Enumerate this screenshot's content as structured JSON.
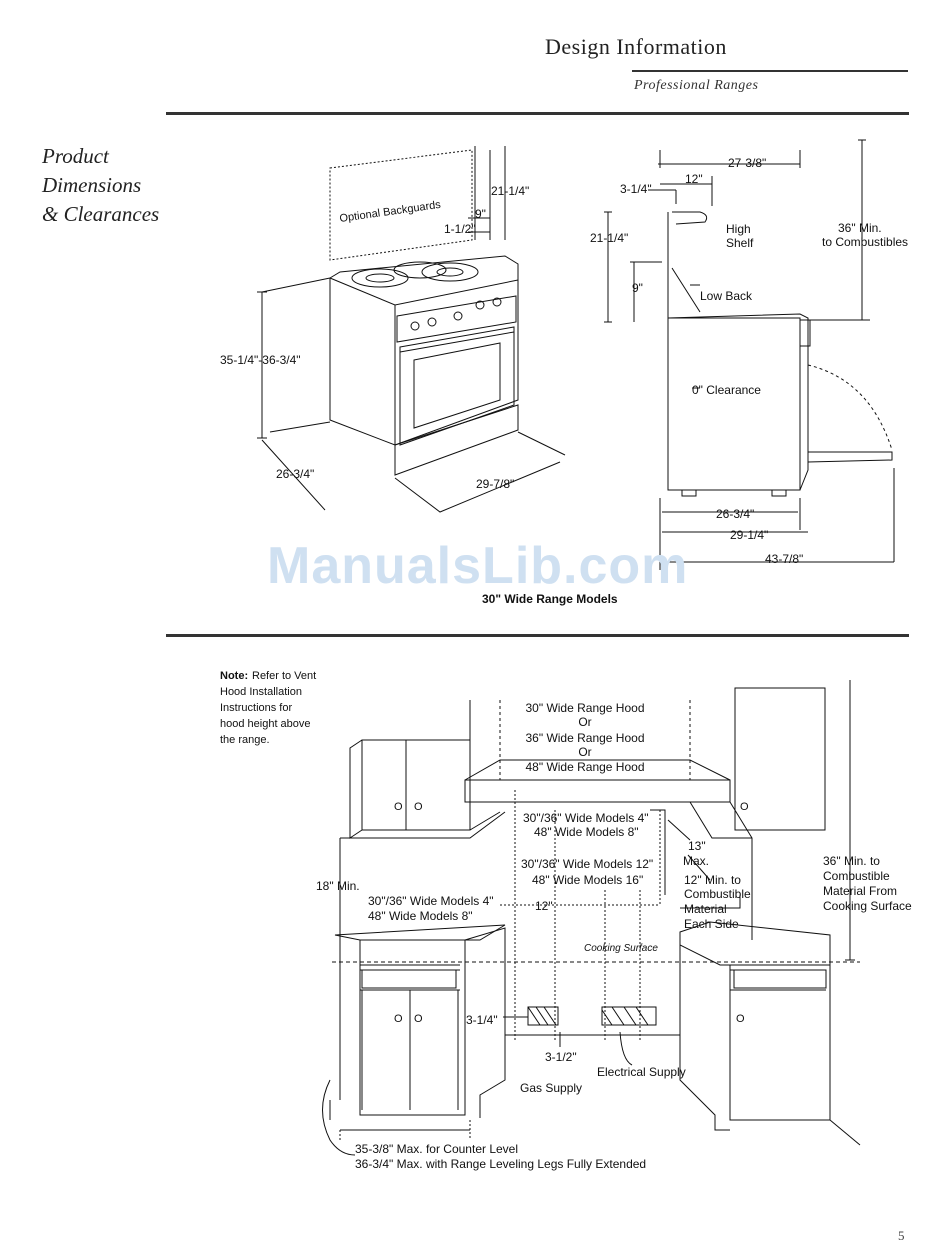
{
  "header": {
    "title": "Design Information",
    "subtitle": "Professional Ranges"
  },
  "section": {
    "title_lines": [
      "Product",
      "Dimensions",
      "& Clearances"
    ]
  },
  "top_left": {
    "backguard_label": "Optional Backguards",
    "dims": {
      "backguard_height": "21-1/4\"",
      "low_back_height": "9\"",
      "back_offset": "1-1/2\"",
      "range_height": "35-1/4\"-36-3/4\"",
      "depth": "26-3/4\"",
      "width": "29-7/8\""
    }
  },
  "top_right": {
    "dims": {
      "overall_top": "27-3/8\"",
      "shelf_depth": "12\"",
      "shelf_offset": "3-1/4\"",
      "backguard_height": "21-1/4\"",
      "low_back_height": "9\"",
      "depth_a": "26-3/4\"",
      "depth_b": "29-1/4\"",
      "depth_c": "43-7/8\""
    },
    "labels": {
      "high_shelf_1": "High",
      "high_shelf_2": "Shelf",
      "low_back": "Low Back",
      "clearance": "0\" Clearance",
      "combustibles_1": "36\" Min.",
      "combustibles_2": "to Combustibles"
    }
  },
  "figure_caption": "30\" Wide Range Models",
  "watermark": "ManualsLib.com",
  "bottom": {
    "note_bold": "Note:",
    "note_lines": [
      " Refer to Vent",
      "Hood Installation",
      "Instructions for",
      "hood height above",
      "the range."
    ],
    "hood_lines": [
      "30\" Wide Range Hood",
      "Or",
      "36\" Wide Range Hood",
      "Or",
      "48\" Wide Range Hood"
    ],
    "upper_models_1": "30\"/36\" Wide Models 4\"",
    "upper_models_2": "48\" Wide Models 8\"",
    "mid_models_1": "30\"/36\" Wide Models 12\"",
    "mid_models_2": "48\" Wide Models 16\"",
    "left_models_1": "30\"/36\" Wide Models 4\"",
    "left_models_2": "48\" Wide Models 8\"",
    "twelve": "12\"",
    "thirteen_1": "13\"",
    "thirteen_2": "Max.",
    "side_lines": [
      "12\" Min. to",
      "Combustible",
      "Material",
      "Each Side"
    ],
    "right_lines": [
      "36\" Min. to",
      "Combustible",
      "Material From",
      "Cooking Surface"
    ],
    "eighteen": "18\" Min.",
    "cooking_surface": "Cooking Surface",
    "three_quarter": "3-1/4\"",
    "three_half": "3-1/2\"",
    "gas_supply": "Gas Supply",
    "electrical_supply": "Electrical Supply",
    "footer_1": "35-3/8\" Max. for Counter Level",
    "footer_2": "36-3/4\" Max. with Range Leveling Legs Fully Extended",
    "knob_mark": "O"
  },
  "page_number": "5"
}
